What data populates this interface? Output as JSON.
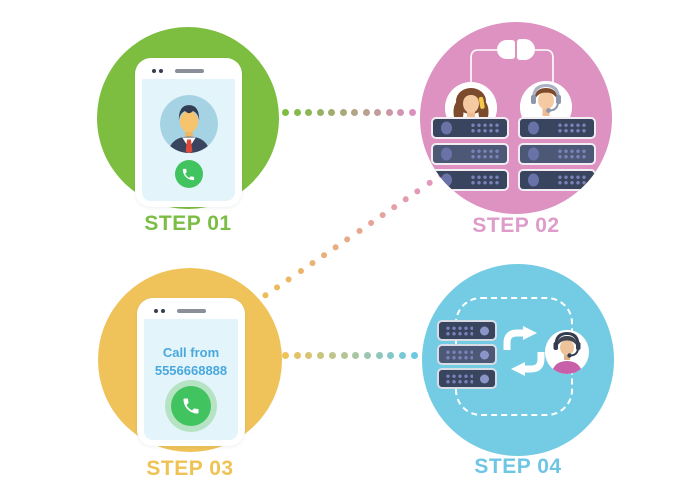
{
  "diagram": {
    "steps": [
      {
        "label": "STEP 01"
      },
      {
        "label": "STEP 02"
      },
      {
        "label": "STEP 03"
      },
      {
        "label": "STEP 04"
      }
    ],
    "phone_incoming": {
      "line1": "Call from",
      "line2": "5556668888"
    }
  },
  "connectors": [
    {
      "id": "step1-step2",
      "count": 12,
      "from": "#7dbe41",
      "to": "#dd90bf"
    },
    {
      "id": "step3-step2",
      "count": 16,
      "from": "#eebc55",
      "to": "#e096c4"
    },
    {
      "id": "step3-step4",
      "count": 12,
      "from": "#eec35a",
      "to": "#6cc8e2"
    }
  ],
  "icons": {
    "call_icon": "phone-handset",
    "transfer_icon": "swap-arrows",
    "splitter_icon": "headset-splitter",
    "server_icon": "server-rack"
  },
  "colors": {
    "step1_green": "#7dbe41",
    "step2_pink": "#dd92c1",
    "step3_yellow": "#efc35a",
    "step4_blue": "#74cbe4",
    "label_green": "#7cbd45",
    "label_pink": "#dd9cc9",
    "label_yellow": "#efc253",
    "label_blue": "#6fc6e4",
    "phone_screen": "#e3f4fa",
    "call_button_green": "#41c45f",
    "caller_text_blue": "#49a8dc",
    "server_dark": "#39445f",
    "server_medium": "#4c5876",
    "server_accent": "#7a82b8"
  }
}
